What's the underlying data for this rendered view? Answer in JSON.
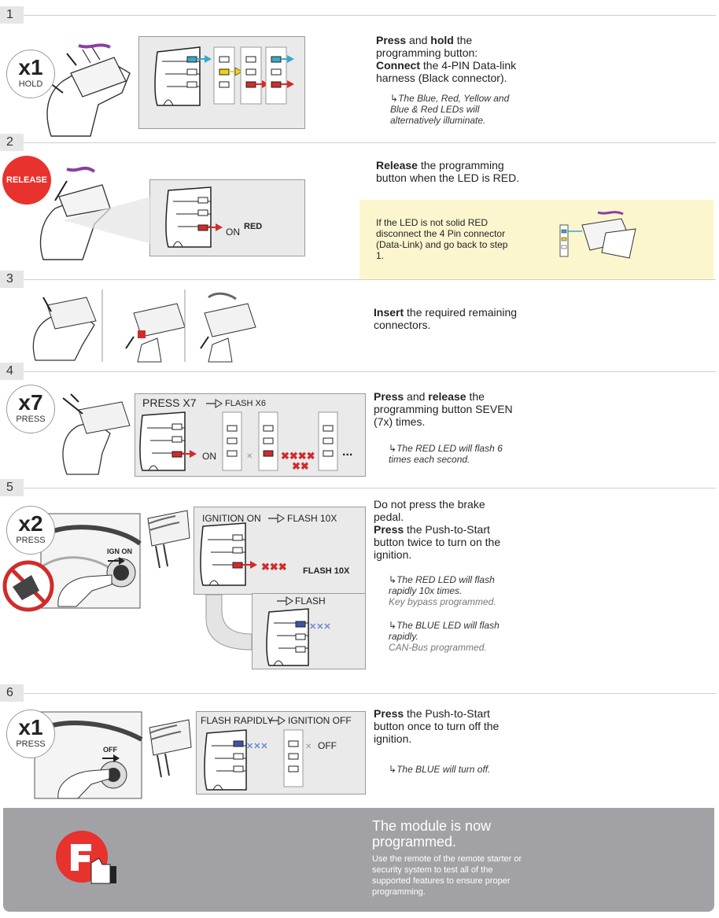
{
  "steps": [
    {
      "num": "1",
      "badge": {
        "big": "x1",
        "small": "HOLD"
      },
      "text_parts": [
        {
          "b": "Press"
        },
        {
          "t": " and "
        },
        {
          "b": "hold"
        },
        {
          "t": " the programming button:"
        },
        {
          "br": true
        },
        {
          "b": "Connect"
        },
        {
          "t": " the 4-PIN Data-link harness (Black connector)."
        }
      ],
      "note": "The Blue, Red, Yellow and Blue & Red LEDs will alternatively illuminate."
    },
    {
      "num": "2",
      "badge": {
        "big": "RELEASE"
      },
      "text_parts": [
        {
          "b": "Release"
        },
        {
          "t": " the programming button when the LED is RED."
        }
      ],
      "led_on": "ON",
      "led_color": "RED",
      "tip": "If the LED is not solid RED disconnect the 4 Pin connector (Data-Link) and go back to step 1."
    },
    {
      "num": "3",
      "text_parts": [
        {
          "b": "Insert"
        },
        {
          "t": " the required remaining connectors."
        }
      ]
    },
    {
      "num": "4",
      "badge": {
        "big": "x7",
        "small": "PRESS"
      },
      "panel_title": "PRESS X7",
      "panel_flash": "FLASH X6",
      "led_on": "ON",
      "ellipsis": "...",
      "text_parts": [
        {
          "b": "Press"
        },
        {
          "t": " and "
        },
        {
          "b": "release"
        },
        {
          "t": " the programming button SEVEN (7x) times."
        }
      ],
      "note": "The RED LED will flash 6 times each second."
    },
    {
      "num": "5",
      "badge": {
        "big": "x2",
        "small": "PRESS"
      },
      "ign_label": "IGN ON",
      "panel_title": "IGNITION ON",
      "panel_flash": "FLASH 10X",
      "flash_label": "FLASH 10X",
      "sub_title": "FLASH",
      "text_parts": [
        {
          "t": "Do not press the brake pedal."
        },
        {
          "br": true
        },
        {
          "b": "Press"
        },
        {
          "t": " the Push-to-Start button twice to turn on the ignition."
        }
      ],
      "note1": "The RED LED will flash rapidly 10x times.",
      "note1_sub": "Key bypass programmed.",
      "note2": "The BLUE LED will flash rapidly.",
      "note2_sub": "CAN-Bus programmed."
    },
    {
      "num": "6",
      "badge": {
        "big": "x1",
        "small": "PRESS"
      },
      "off_label": "OFF",
      "panel_title": "FLASH RAPIDLY",
      "panel_flash": "IGNITION OFF",
      "led_off": "OFF",
      "text_parts": [
        {
          "b": "Press"
        },
        {
          "t": " the Push-to-Start button once to turn off the ignition."
        }
      ],
      "note": "The BLUE will turn off."
    }
  ],
  "footer": {
    "title": "The module is now programmed.",
    "body": "Use the remote of the remote starter or security system to test all of the supported features to ensure proper programming."
  },
  "colors": {
    "blue": "#3aa7c9",
    "red": "#d12b2b",
    "yellow": "#f0d11a",
    "release": "#e8322e",
    "navy": "#3b55a5"
  }
}
